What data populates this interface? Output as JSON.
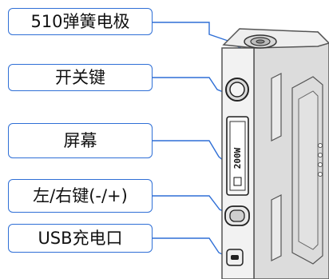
{
  "callouts": {
    "connector": "510弹簧电极",
    "power_button": "开关键",
    "screen": "屏幕",
    "adjust_buttons": "左/右键(-/+)",
    "usb_port": "USB充电口"
  },
  "screen_display": {
    "wattage": "200W",
    "battery_icon": "battery-icon"
  },
  "colors": {
    "callout_border": "#2f6fd6",
    "leader_line": "#2f6fd6",
    "device_body": "#e6e6e6",
    "device_outline": "#555555",
    "screen_bg": "#1a1a1a"
  }
}
